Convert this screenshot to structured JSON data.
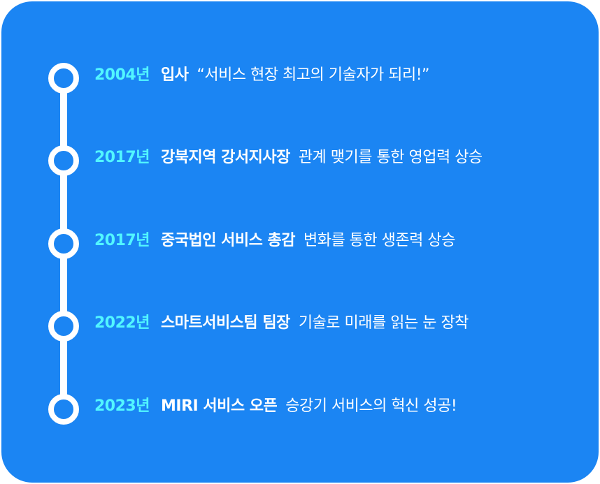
{
  "timeline": {
    "items": [
      {
        "year": "2004년",
        "title": "입사",
        "desc": "“서비스 현장 최고의 기술자가 되리!”"
      },
      {
        "year": "2017년",
        "title": "강북지역 강서지사장",
        "desc": "관계 맺기를 통한 영업력 상승"
      },
      {
        "year": "2017년",
        "title": "중국법인 서비스 총감",
        "desc": "변화를 통한 생존력 상승"
      },
      {
        "year": "2022년",
        "title": "스마트서비스팀 팀장",
        "desc": "기술로 미래를 읽는 눈 장착"
      },
      {
        "year": "2023년",
        "title": "MIRI 서비스 오픈",
        "desc": "승강기 서비스의 혁신 성공!"
      }
    ]
  },
  "colors": {
    "background": "#1b85f3",
    "year": "#52f6ff",
    "text": "#ffffff"
  }
}
